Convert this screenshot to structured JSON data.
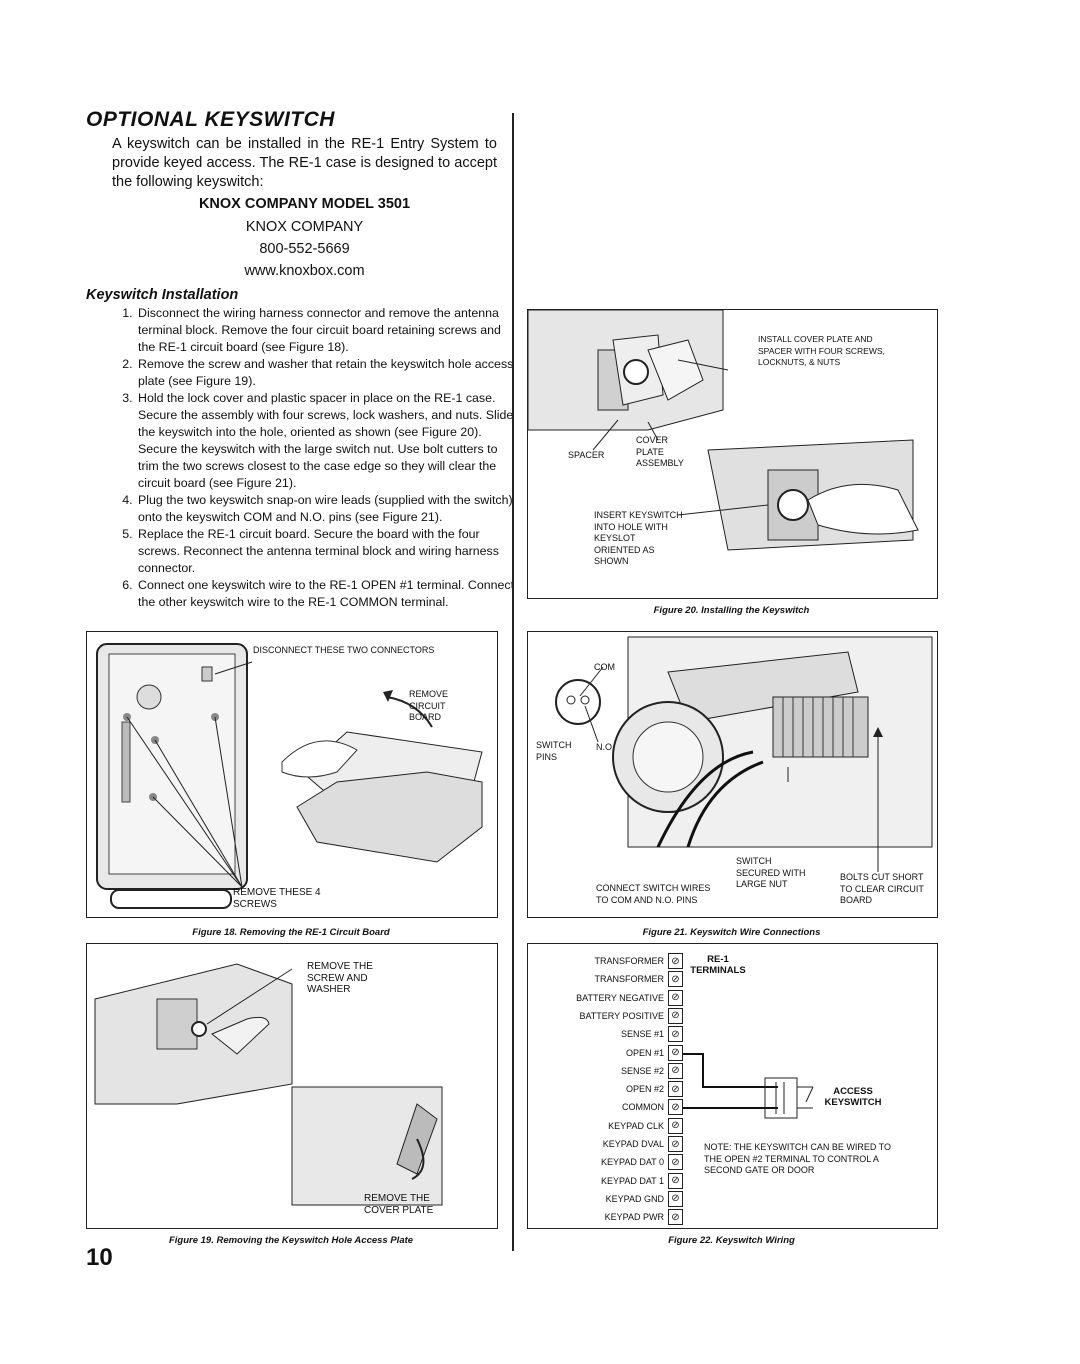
{
  "section_title": "Optional Keyswitch",
  "intro": "A keyswitch can be installed in the RE-1 Entry System to provide keyed access. The RE-1 case is designed to accept the following keyswitch:",
  "model": "KNOX COMPANY MODEL 3501",
  "company": "KNOX COMPANY",
  "phone": "800-552-5669",
  "website": "www.knoxbox.com",
  "subheading": "Keyswitch Installation",
  "steps": [
    "Disconnect the wiring harness connector and remove the antenna terminal block. Remove the four circuit board retaining screws and the RE-1 circuit board (see Figure 18).",
    "Remove the screw and washer that retain the keyswitch hole access plate (see Figure 19).",
    "Hold the lock cover and plastic spacer in place on the RE-1 case. Secure the assembly with four screws, lock washers, and nuts. Slide the keyswitch into the hole, oriented as shown (see Figure 20). Secure the keyswitch with the large switch nut. Use bolt cutters to trim the two screws closest to the case edge so they will clear the circuit board (see Figure 21).",
    "Plug the two keyswitch snap-on wire leads (supplied with the switch) onto the keyswitch COM and N.O. pins (see Figure 21).",
    "Replace the RE-1 circuit board. Secure the board with the four screws. Reconnect the antenna terminal block and wiring harness connector.",
    "Connect one keyswitch wire to the RE-1 OPEN #1 terminal. Connect the other keyswitch wire to the RE-1 COMMON terminal."
  ],
  "fig18": {
    "caption": "Figure 18. Removing the RE-1 Circuit Board",
    "label_disconnect": "Disconnect these two connectors",
    "label_remove_board": "Remove circuit board",
    "label_remove_screws": "Remove these 4 screws"
  },
  "fig19": {
    "caption": "Figure 19. Removing the Keyswitch Hole Access Plate",
    "label_screw": "Remove the screw and washer",
    "label_plate": "Remove the cover plate"
  },
  "fig20": {
    "caption": "Figure 20. Installing the Keyswitch",
    "label_install": "Install cover plate and spacer with four screws, locknuts, & nuts",
    "label_cover": "Cover plate assembly",
    "label_spacer": "Spacer",
    "label_insert": "Insert keyswitch into hole with keyslot oriented as shown"
  },
  "fig21": {
    "caption": "Figure 21. Keyswitch Wire Connections",
    "label_com": "COM",
    "label_no": "N.O.",
    "label_pins": "Switch pins",
    "label_connect": "Connect switch wires to COM and N.O. pins",
    "label_secured": "Switch secured with large nut",
    "label_bolts": "Bolts cut short to clear circuit board"
  },
  "fig22": {
    "caption": "Figure 22. Keyswitch Wiring",
    "terminals_heading": "RE-1 TERMINALS",
    "access_label": "ACCESS KEYSWITCH",
    "note": "Note: The keyswitch can be wired to the OPEN #2 terminal to control a second gate or door",
    "terminals": [
      "Transformer",
      "Transformer",
      "Battery Negative",
      "Battery Positive",
      "Sense #1",
      "Open #1",
      "Sense #2",
      "Open #2",
      "Common",
      "Keypad CLK",
      "Keypad DVAL",
      "Keypad DAT 0",
      "Keypad DAT 1",
      "Keypad GND",
      "Keypad PWR"
    ]
  },
  "page_number": "10"
}
